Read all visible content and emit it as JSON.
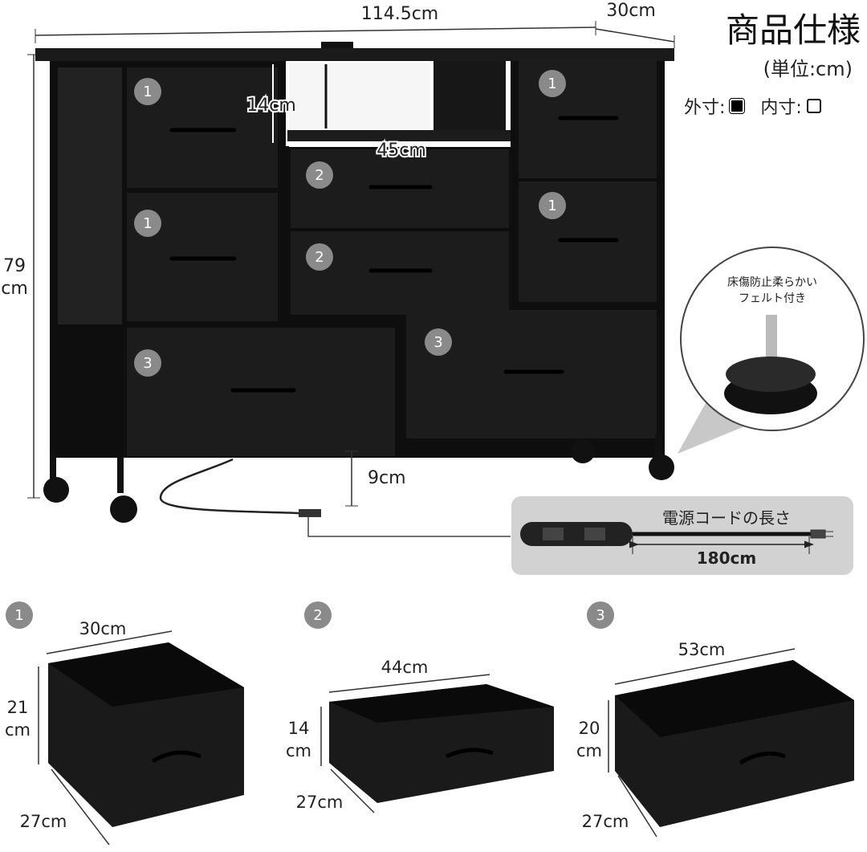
{
  "spec": {
    "title": "商品仕様",
    "unit": "(単位:cm)",
    "outer_label": "外寸:",
    "inner_label": "内寸:"
  },
  "dresser": {
    "width": "114.5cm",
    "depth": "30cm",
    "height_value": "79",
    "height_unit": "cm",
    "shelf_height": "14cm",
    "shelf_width": "45cm",
    "clearance": "9cm",
    "drawer_badges": [
      "1",
      "1",
      "2",
      "2",
      "1",
      "1",
      "3",
      "3"
    ]
  },
  "felt": {
    "line1": "床傷防止柔らかい",
    "line2": "フェルト付き"
  },
  "cord": {
    "label": "電源コードの長さ",
    "length": "180cm"
  },
  "drawers": [
    {
      "badge": "1",
      "width": "30cm",
      "height_value": "21",
      "height_unit": "cm",
      "depth": "27cm"
    },
    {
      "badge": "2",
      "width": "44cm",
      "height_value": "14",
      "height_unit": "cm",
      "depth": "27cm"
    },
    {
      "badge": "3",
      "width": "53cm",
      "height_value": "20",
      "height_unit": "cm",
      "depth": "27cm"
    }
  ],
  "colors": {
    "drawer": "#1b1b1b",
    "frame": "#101010",
    "badge": "#8a8a8a",
    "panel": "#d2d2d2"
  }
}
